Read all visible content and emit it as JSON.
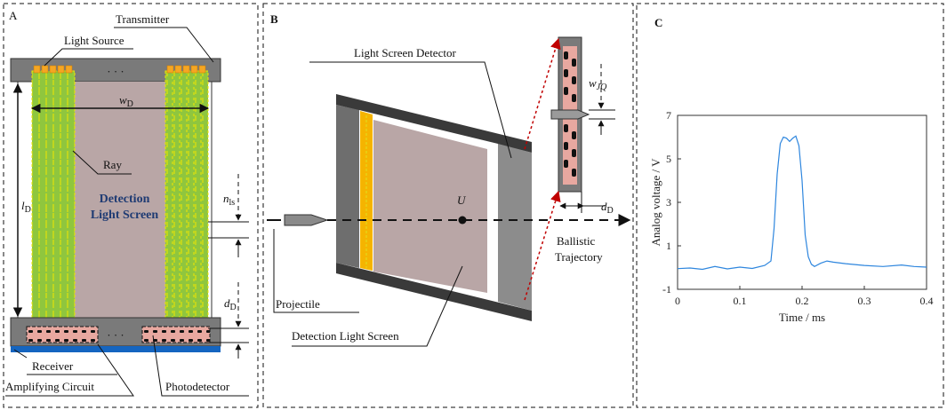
{
  "panels": {
    "a": {
      "letter": "A",
      "labels": {
        "transmitter": "Transmitter",
        "light_source": "Light Source",
        "ray": "Ray",
        "detection_light_screen": [
          "Detection",
          "Light Screen"
        ],
        "receiver": "Receiver",
        "amplifying_circuit": "Amplifying Circuit",
        "photodetector": "Photodetector",
        "dots_top": "· · ·",
        "dots_bottom": "· · ·"
      },
      "symbols": {
        "w": "w",
        "w_sub": "D",
        "l": "l",
        "l_sub": "D",
        "n": "n",
        "n_sub": "ls",
        "d": "d",
        "d_sub": "D"
      },
      "colors": {
        "frame": "#7a7a7a",
        "screen": "#b9a6a6",
        "ray_green": "#8fc63e",
        "ray_dash": "#f2e500",
        "source": "#f5a623",
        "detector_pink": "#e8a8a0",
        "base_blue": "#1565c0"
      }
    },
    "b": {
      "letter": "B",
      "labels": {
        "light_screen_detector": "Light Screen Detector",
        "projectile": "Projectile",
        "detection_light_screen": "Detection Light Screen",
        "ballistic_trajectory": [
          "Ballistic",
          "Trajectory"
        ],
        "u": "U"
      },
      "symbols": {
        "w": "w",
        "w_sub": "JQ",
        "d": "d",
        "d_sub": "D"
      }
    },
    "c": {
      "letter": "C",
      "chart_data": {
        "type": "line",
        "xlabel": "Time / ms",
        "ylabel": "Analog voltage / V",
        "xlim": [
          0,
          0.4
        ],
        "ylim": [
          -1,
          7
        ],
        "xticks": [
          0,
          0.1,
          0.2,
          0.3,
          0.4
        ],
        "xtick_labels": [
          "0",
          "0.1",
          "0.2",
          "0.3",
          "0.4"
        ],
        "yticks": [
          -1,
          1,
          3,
          5,
          7
        ],
        "ytick_labels": [
          "-1",
          "1",
          "3",
          "5",
          "7"
        ],
        "grid": false,
        "color": "#2e86de",
        "series": [
          {
            "x": [
              0,
              0.02,
              0.04,
              0.06,
              0.08,
              0.1,
              0.12,
              0.14,
              0.15,
              0.155,
              0.16,
              0.165,
              0.17,
              0.175,
              0.18,
              0.185,
              0.19,
              0.195,
              0.2,
              0.205,
              0.21,
              0.215,
              0.22,
              0.23,
              0.24,
              0.25,
              0.27,
              0.3,
              0.33,
              0.36,
              0.38,
              0.4
            ],
            "y": [
              -0.05,
              -0.02,
              -0.08,
              0.05,
              -0.06,
              0.02,
              -0.04,
              0.1,
              0.3,
              1.8,
              4.3,
              5.7,
              6.0,
              5.95,
              5.8,
              5.95,
              6.05,
              5.6,
              4.0,
              1.5,
              0.5,
              0.15,
              0.05,
              0.2,
              0.3,
              0.25,
              0.18,
              0.1,
              0.05,
              0.12,
              0.05,
              0.02
            ]
          }
        ]
      }
    }
  }
}
